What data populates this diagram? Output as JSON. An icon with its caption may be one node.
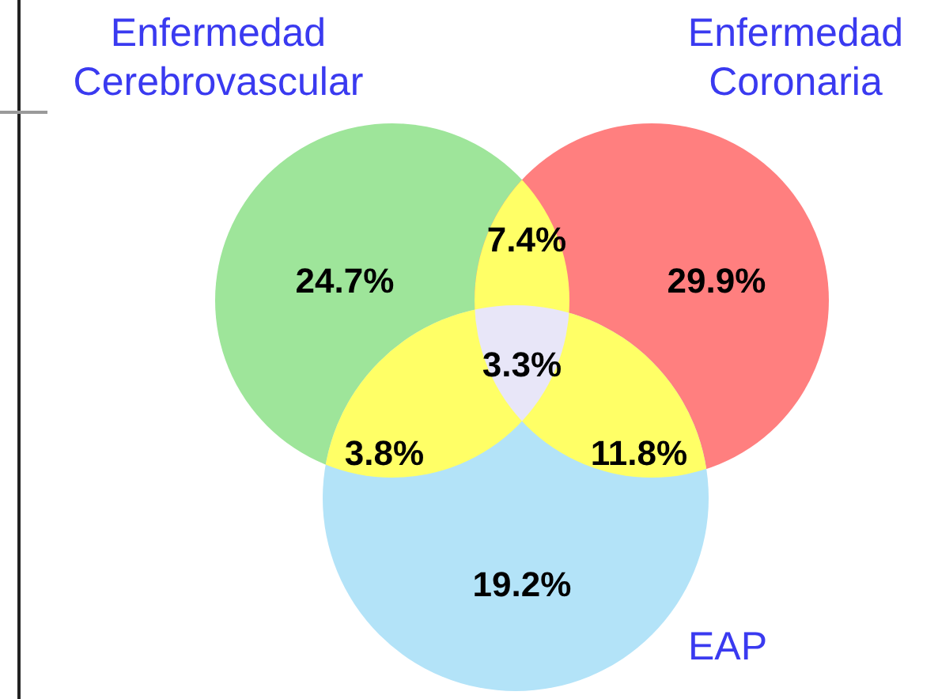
{
  "diagram": {
    "nodes": [
      {
        "text": [
          "Enfermedad Cerebrovascular"
        ]
      },
      {
        "text": [
          "Enfermedad Coronaria"
        ]
      },
      {
        "text": [
          "EAP"
        ]
      }
    ],
    "labels": [
      "7.4%",
      "24.7%",
      "29.9%",
      "3.3%",
      "3.8%",
      "11.8%",
      "19.2%"
    ]
  }
}
